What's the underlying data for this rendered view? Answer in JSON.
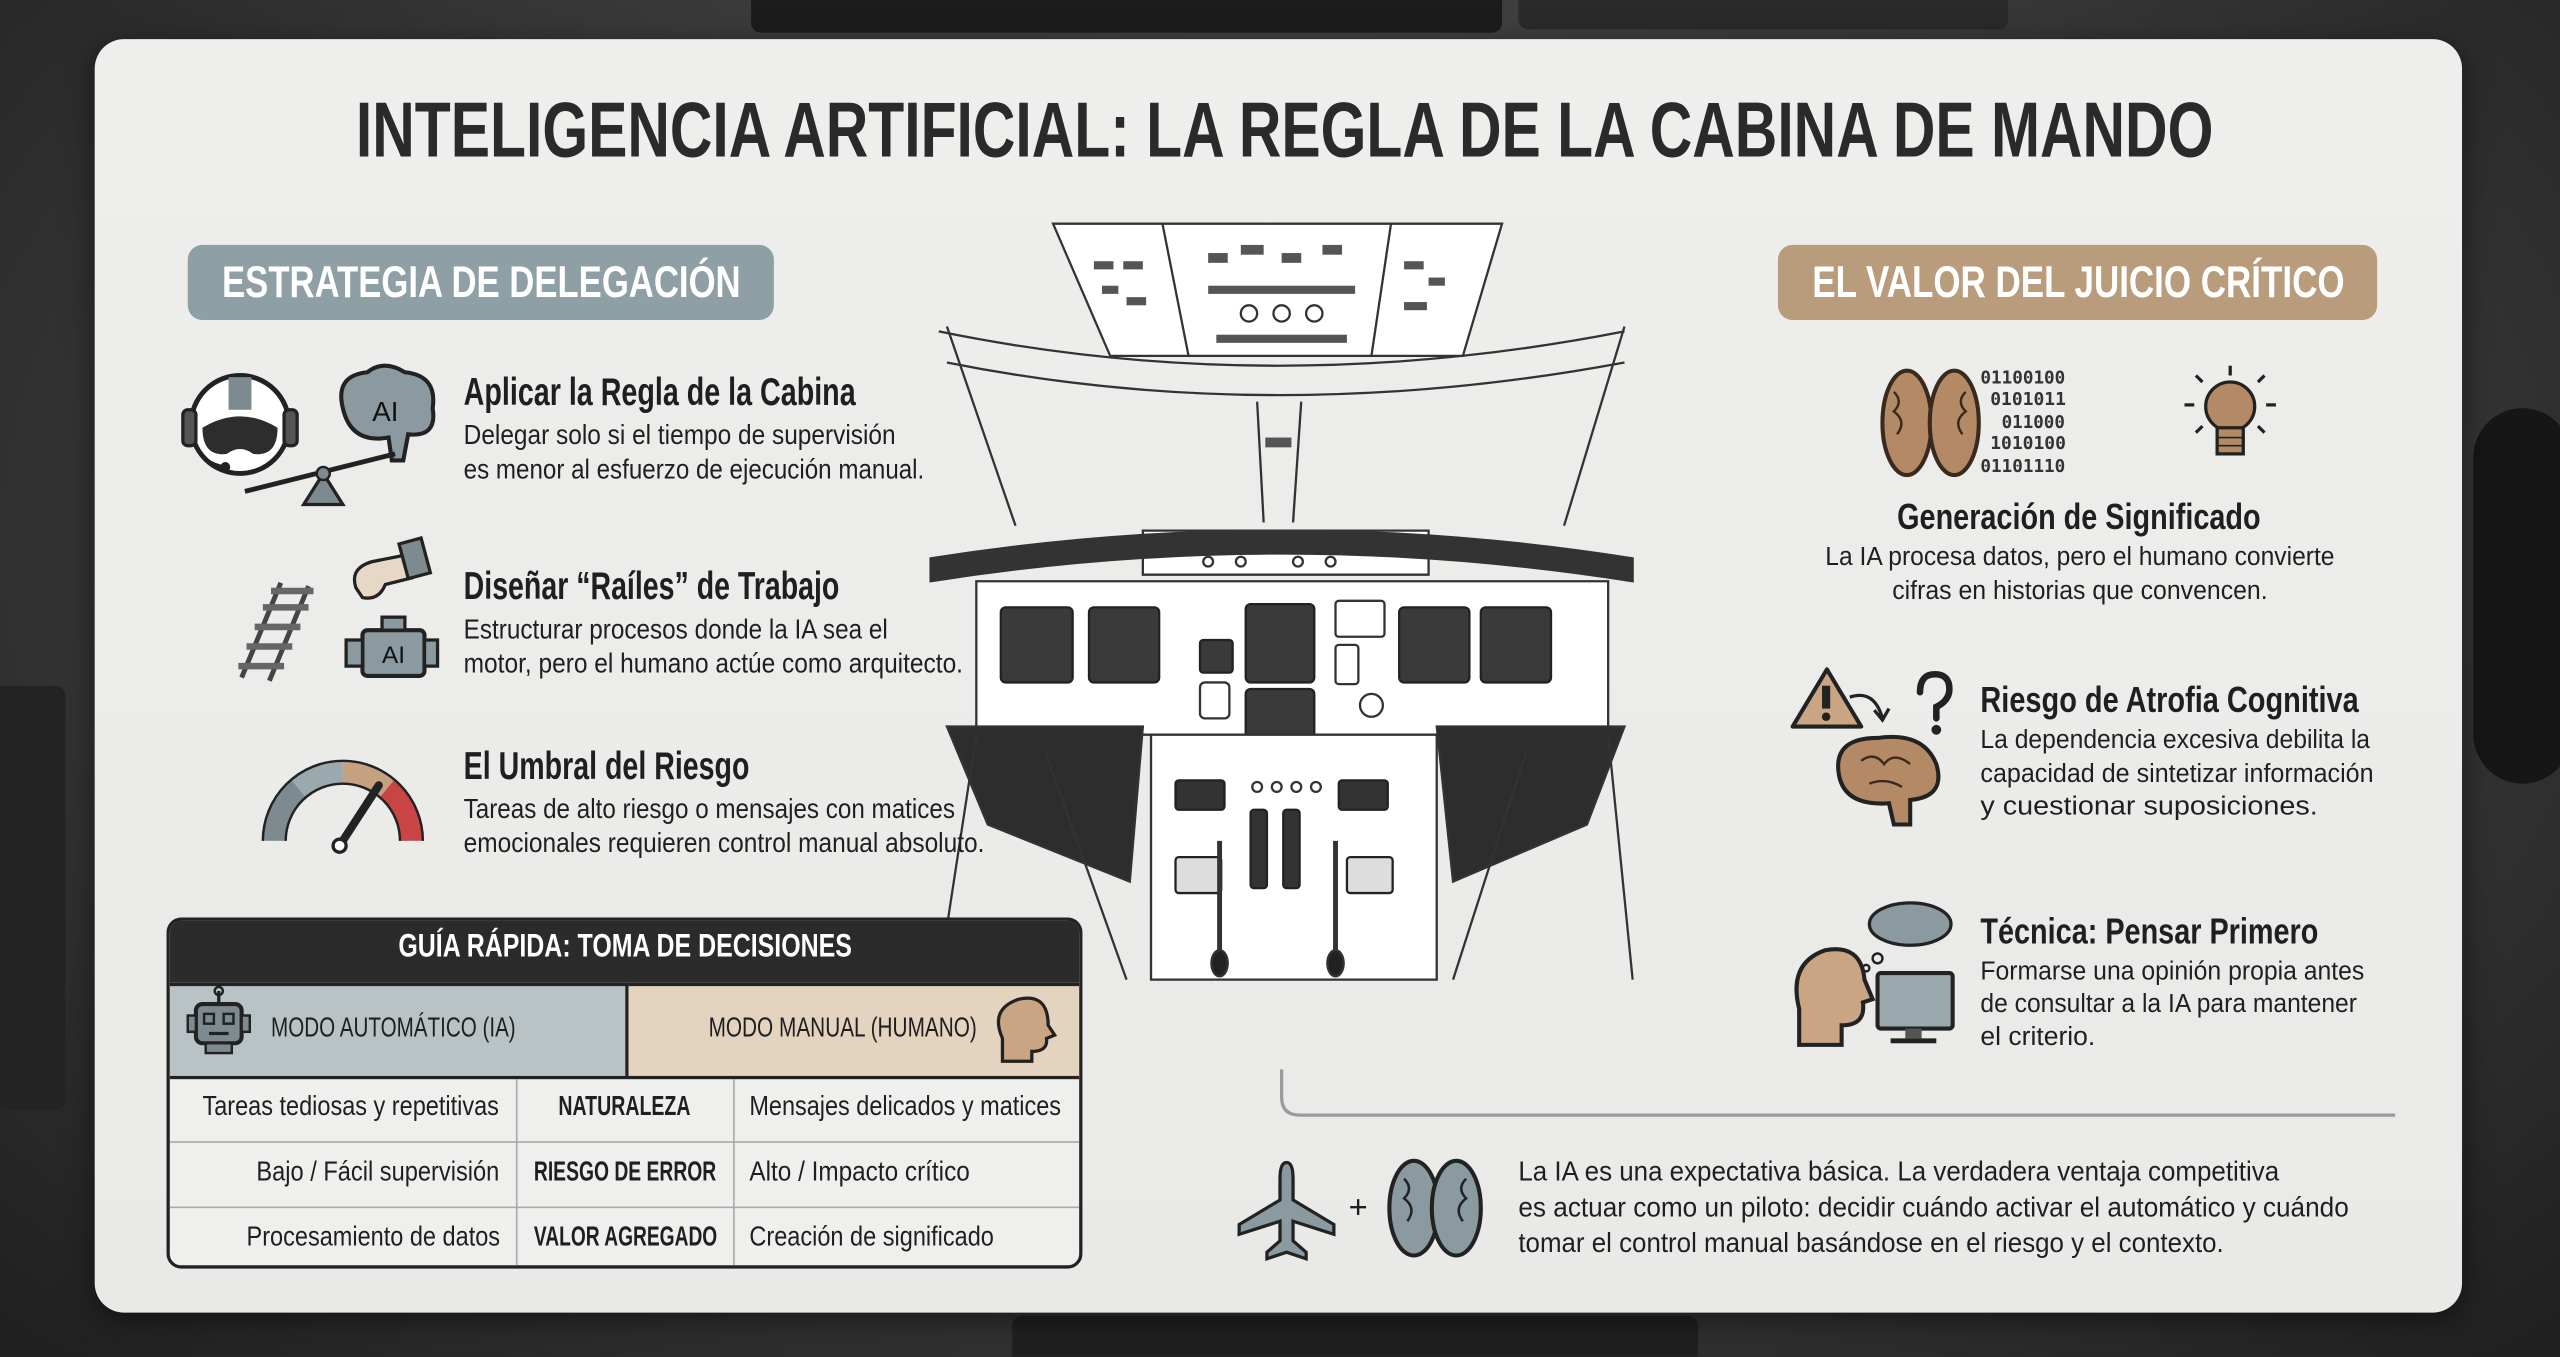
{
  "title": "INTELIGENCIA ARTIFICIAL: LA REGLA DE LA CABINA DE MANDO",
  "left": {
    "heading": "ESTRATEGIA DE DELEGACIÓN",
    "items": [
      {
        "title": "Aplicar la Regla de la Cabina",
        "icon": "pilot-ai-balance-icon",
        "lines": [
          "Delegar solo si el tiempo de supervisión",
          "es menor al esfuerzo de ejecución manual."
        ]
      },
      {
        "title": "Diseñar “Raíles” de Trabajo",
        "icon": "rails-engine-icon",
        "lines": [
          "Estructurar procesos donde la IA sea el",
          "motor, pero el humano actúe como arquitecto."
        ]
      },
      {
        "title": "El Umbral del Riesgo",
        "icon": "risk-gauge-icon",
        "lines": [
          "Tareas de alto riesgo o mensajes con matices",
          "emocionales requieren control manual absoluto."
        ]
      }
    ]
  },
  "right": {
    "heading": "EL VALOR DEL JUICIO CRÍTICO",
    "items": [
      {
        "title": "Generación de Significado",
        "icon": "brain-binary-lightbulb-icon",
        "lines": [
          "La IA procesa datos, pero el humano convierte",
          "cifras en historias que convencen."
        ]
      },
      {
        "title": "Riesgo de Atrofia Cognitiva",
        "icon": "warning-brain-icon",
        "lines": [
          "La dependencia excesiva debilita la",
          "capacidad de sintetizar información",
          "y cuestionar suposiciones."
        ]
      },
      {
        "title": "Técnica: Pensar Primero",
        "icon": "thinking-person-computer-icon",
        "lines": [
          "Formarse una opinión propia antes",
          "de consultar a la IA para mantener",
          "el criterio."
        ]
      }
    ]
  },
  "icons": {
    "ai_label": "AI",
    "binary": [
      "01100100",
      "0101011",
      "011000",
      "1010100",
      "01101110"
    ]
  },
  "table": {
    "title": "GUÍA RÁPIDA: TOMA DE DECISIONES",
    "auto_label": "MODO AUTOMÁTICO (IA)",
    "manual_label": "MODO MANUAL (HUMANO)",
    "rows": [
      {
        "auto": "Tareas tediosas y repetitivas",
        "criterion": "NATURALEZA",
        "manual": "Mensajes delicados y matices"
      },
      {
        "auto": "Bajo / Fácil supervisión",
        "criterion": "RIESGO DE ERROR",
        "manual": "Alto / Impacto crítico"
      },
      {
        "auto": "Procesamiento de datos",
        "criterion": "VALOR AGREGADO",
        "manual": "Creación de significado"
      }
    ]
  },
  "footer": {
    "plus": "+",
    "lines": [
      "La IA es una expectativa básica. La verdadera ventaja competitiva",
      "es actuar como un piloto: decidir cuándo activar el automático y cuándo",
      "tomar el control manual basándose en el riesgo y el contexto."
    ]
  },
  "colors": {
    "slate": "#8e9fa6",
    "tan": "#b99c7c",
    "brown": "#b48a66",
    "risk_red": "#c94444",
    "dark": "#2b2b2b",
    "panel": "#ececea"
  }
}
